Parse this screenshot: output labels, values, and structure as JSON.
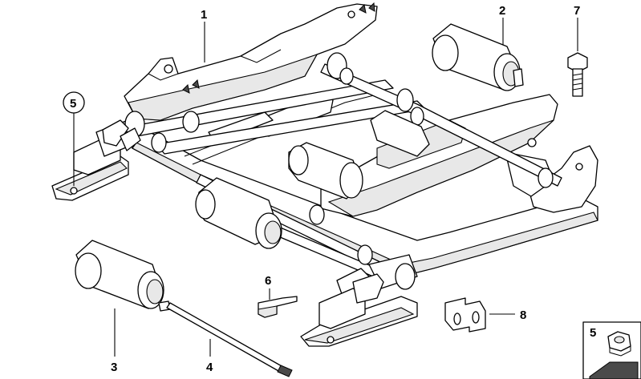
{
  "callouts": {
    "c1": "1",
    "c2": "2",
    "c3": "3",
    "c4": "4",
    "c5": "5",
    "c6": "6",
    "c7": "7",
    "c8": "8",
    "legend5": "5"
  }
}
